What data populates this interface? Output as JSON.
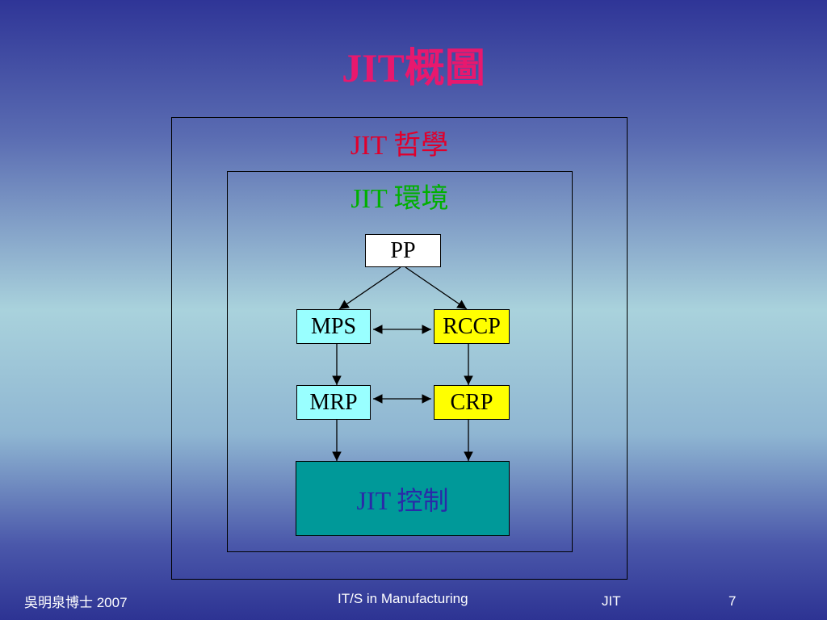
{
  "slide": {
    "title": "JIT概圖"
  },
  "diagram": {
    "philosophy_label": "JIT 哲學",
    "environment_label": "JIT 環境",
    "boxes": {
      "pp": "PP",
      "mps": "MPS",
      "rccp": "RCCP",
      "mrp": "MRP",
      "crp": "CRP",
      "control": "JIT 控制"
    },
    "colors": {
      "title": "#e8186e",
      "philosophy": "#e0002c",
      "environment": "#00b000",
      "cyan_box": "#99ffff",
      "yellow_box": "#ffff00",
      "control_box": "#009999",
      "control_text": "#2a2aa8"
    }
  },
  "footer": {
    "author": "吳明泉博士 2007",
    "course": "IT/S in Manufacturing",
    "topic": "JIT",
    "page_number": "7"
  }
}
